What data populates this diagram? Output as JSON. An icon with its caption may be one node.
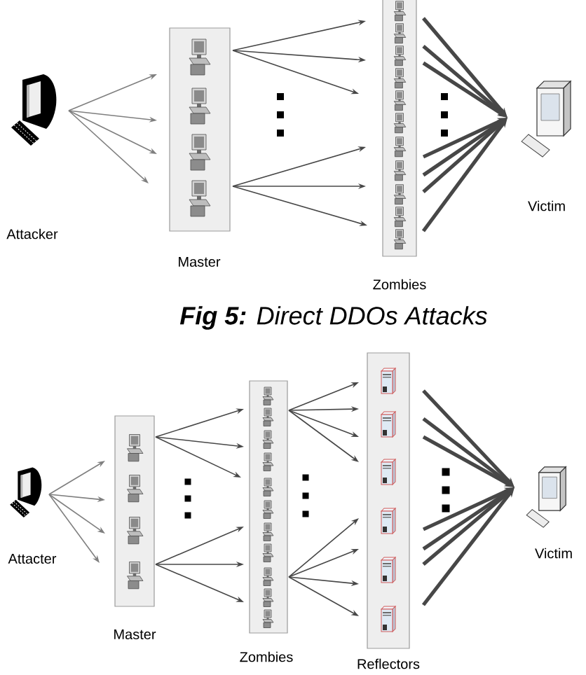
{
  "diagram": {
    "caption": "**Fig 5:** Direct DDOs Attacks",
    "nodes": [
      {
        "text": [],
        "shape": "computer"
      },
      {
        "text": [
          "Master"
        ]
      },
      {
        "text": [],
        "shape": "computer",
        "in": 1
      },
      {
        "text": [],
        "shape": "computer",
        "in": 1
      },
      {
        "text": [],
        "shape": "computer",
        "in": 1
      },
      {
        "text": [],
        "shape": "computer",
        "in": 1
      },
      {
        "text": [
          "Zombies"
        ]
      },
      {
        "text": [],
        "shape": "computer",
        "in": 6
      },
      {
        "text": [],
        "shape": "computer",
        "in": 6
      },
      {
        "text": [],
        "shape": "computer",
        "in": 6
      },
      {
        "text": [],
        "shape": "computer",
        "in": 6
      },
      {
        "text": [],
        "shape": "computer",
        "in": 6
      },
      {
        "text": [],
        "shape": "computer",
        "in": 6
      },
      {
        "text": [],
        "shape": "computer",
        "in": 6
      },
      {
        "text": [],
        "shape": "computer",
        "in": 6
      },
      {
        "text": [],
        "shape": "computer",
        "in": 6
      },
      {
        "text": [],
        "shape": "computer",
        "in": 6
      },
      {
        "text": [],
        "shape": "computer",
        "in": 6
      },
      {
        "text": [],
        "shape": "computer",
        "beside": [
          "Victim"
        ]
      },
      {
        "text": [],
        "shape": "computer",
        "beside": [
          "Attacter"
        ]
      },
      {
        "text": [
          "Master"
        ]
      },
      {
        "text": [],
        "shape": "computer",
        "in": 20
      },
      {
        "text": [],
        "shape": "computer",
        "in": 20
      },
      {
        "text": [],
        "shape": "computer",
        "in": 20
      },
      {
        "text": [],
        "shape": "computer",
        "in": 20
      },
      {
        "text": [
          "Zombies"
        ]
      },
      {
        "text": [],
        "shape": "computer",
        "in": 25
      },
      {
        "text": [],
        "shape": "computer",
        "in": 25
      },
      {
        "text": [],
        "shape": "computer",
        "in": 25
      },
      {
        "text": [],
        "shape": "computer",
        "in": 25
      },
      {
        "text": [],
        "shape": "computer",
        "in": 25
      },
      {
        "text": [],
        "shape": "computer",
        "in": 25
      },
      {
        "text": [],
        "shape": "computer",
        "in": 25
      },
      {
        "text": [],
        "shape": "computer",
        "in": 25
      },
      {
        "text": [],
        "shape": "computer",
        "in": 25
      },
      {
        "text": [],
        "shape": "computer",
        "in": 25
      },
      {
        "text": [],
        "shape": "computer",
        "in": 25
      },
      {
        "text": [
          "Reflectors"
        ]
      },
      {
        "text": [],
        "shape": "server",
        "in": 37
      },
      {
        "text": [],
        "shape": "server",
        "in": 37
      },
      {
        "text": [],
        "shape": "server",
        "in": 37
      },
      {
        "text": [],
        "shape": "server",
        "in": 37
      },
      {
        "text": [],
        "shape": "server",
        "in": 37
      },
      {
        "text": [],
        "shape": "server",
        "in": 37
      },
      {
        "text": [],
        "shape": "computer",
        "beside": [
          "Victim"
        ]
      }
    ],
    "edges": [
      {
        "from": 0,
        "to": 2,
        "arrow": "to",
        "color": "#7f7f7f"
      },
      {
        "from": 0,
        "to": 3,
        "arrow": "to",
        "color": "#7f7f7f"
      },
      {
        "from": 0,
        "to": 4,
        "arrow": "to",
        "color": "#7f7f7f"
      },
      {
        "from": 0,
        "to": 5,
        "arrow": "to",
        "color": "#7f7f7f"
      },
      {
        "from": 2,
        "to": 8,
        "arrow": "to"
      },
      {
        "from": 2,
        "to": 9,
        "arrow": "to"
      },
      {
        "from": 2,
        "to": 11,
        "arrow": "to"
      },
      {
        "from": 5,
        "to": 13,
        "arrow": "to"
      },
      {
        "from": 5,
        "to": 15,
        "arrow": "to"
      },
      {
        "from": 5,
        "to": 16,
        "arrow": "to"
      },
      {
        "from": 7,
        "to": 18,
        "arrow": "to",
        "style": "thick"
      },
      {
        "from": 9,
        "to": 18,
        "arrow": "to",
        "style": "thick"
      },
      {
        "from": 10,
        "to": 18,
        "arrow": "to",
        "style": "thick"
      },
      {
        "from": 13,
        "to": 18,
        "arrow": "to",
        "style": "thick"
      },
      {
        "from": 14,
        "to": 18,
        "arrow": "to",
        "style": "thick"
      },
      {
        "from": 15,
        "to": 18,
        "arrow": "to",
        "style": "thick"
      },
      {
        "from": 17,
        "to": 18,
        "arrow": "to",
        "style": "thick"
      },
      {
        "from": 19,
        "to": 21,
        "arrow": "to",
        "color": "#7f7f7f"
      },
      {
        "from": 19,
        "to": 22,
        "arrow": "to",
        "color": "#7f7f7f"
      },
      {
        "from": 19,
        "to": 23,
        "arrow": "to",
        "color": "#7f7f7f"
      },
      {
        "from": 19,
        "to": 24,
        "arrow": "to",
        "color": "#7f7f7f"
      },
      {
        "from": 21,
        "to": 27,
        "arrow": "to"
      },
      {
        "from": 21,
        "to": 28,
        "arrow": "to"
      },
      {
        "from": 21,
        "to": 30,
        "arrow": "to"
      },
      {
        "from": 24,
        "to": 32,
        "arrow": "to"
      },
      {
        "from": 24,
        "to": 33,
        "arrow": "to"
      },
      {
        "from": 24,
        "to": 35,
        "arrow": "to"
      },
      {
        "from": 27,
        "to": 38,
        "arrow": "to"
      },
      {
        "from": 27,
        "to": 39,
        "arrow": "to"
      },
      {
        "from": 27,
        "to": 39,
        "arrow": "to"
      },
      {
        "from": 27,
        "to": 40,
        "arrow": "to"
      },
      {
        "from": 34,
        "to": 41,
        "arrow": "to"
      },
      {
        "from": 34,
        "to": 42,
        "arrow": "to"
      },
      {
        "from": 34,
        "to": 42,
        "arrow": "to"
      },
      {
        "from": 34,
        "to": 43,
        "arrow": "to"
      },
      {
        "from": 38,
        "to": 44,
        "arrow": "to",
        "style": "thick"
      },
      {
        "from": 39,
        "to": 44,
        "arrow": "to",
        "style": "thick"
      },
      {
        "from": 39,
        "to": 44,
        "arrow": "to",
        "style": "thick"
      },
      {
        "from": 41,
        "to": 44,
        "arrow": "to",
        "style": "thick"
      },
      {
        "from": 42,
        "to": 44,
        "arrow": "to",
        "style": "thick"
      },
      {
        "from": 42,
        "to": 44,
        "arrow": "to",
        "style": "thick"
      },
      {
        "from": 43,
        "to": 44,
        "arrow": "to",
        "style": "thick"
      }
    ],
    "labels": [
      "Attacker"
    ]
  }
}
